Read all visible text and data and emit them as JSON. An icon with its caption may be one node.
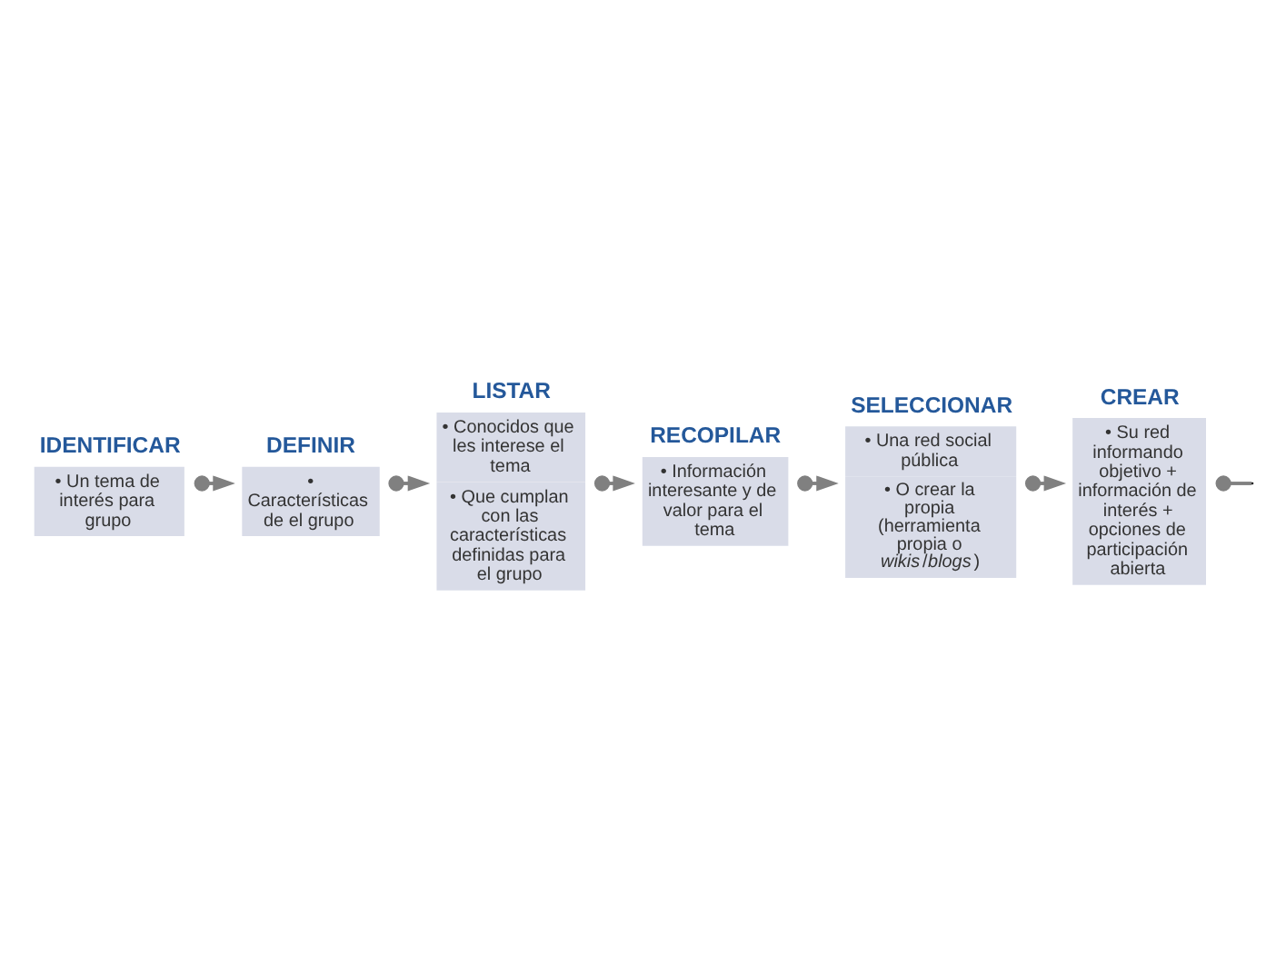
{
  "diagram": {
    "nodes": [
      {
        "text": [
          "IDENTIFICAR",
          "• Un tema de interés para grupo"
        ]
      },
      {
        "text": [
          "DEFINIR",
          "• Características de el grupo"
        ]
      },
      {
        "text": [
          "LISTAR",
          "• Conocidos que les interese el tema",
          "• Que cumplan con las características definidas para el grupo"
        ]
      },
      {
        "text": [
          "RECOPILAR",
          "• Información interesante y de valor para el tema"
        ]
      },
      {
        "text": [
          "SELECCIONAR",
          "• Una red social pública",
          "• O crear la propia (herramienta propia o *wikis*/*blogs*)"
        ]
      },
      {
        "text": [
          "CREAR",
          "• Su red informando objetivo + información de interés + opciones de participación abierta"
        ]
      }
    ],
    "edges": [
      {
        "from": 0,
        "to": 1,
        "arrow": "to"
      },
      {
        "from": 1,
        "to": 2,
        "arrow": "to"
      },
      {
        "from": 2,
        "to": 3,
        "arrow": "to"
      },
      {
        "from": 3,
        "to": 4,
        "arrow": "to"
      },
      {
        "from": 4,
        "to": 5,
        "arrow": "to"
      },
      {
        "from": 5,
        "to": null,
        "arrow": "other"
      }
    ]
  }
}
